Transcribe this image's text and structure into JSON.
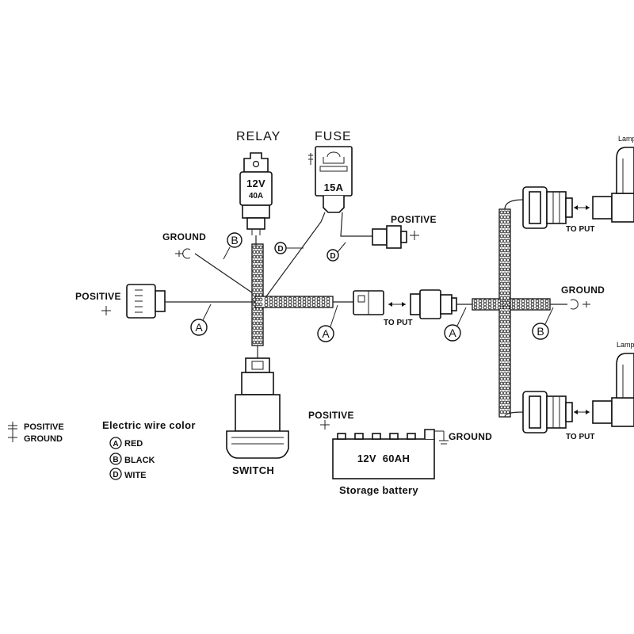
{
  "relay": {
    "title": "RELAY",
    "voltage": "12V",
    "current": "40A"
  },
  "fuse": {
    "title": "FUSE",
    "rating": "15A"
  },
  "labels": {
    "ground_top": "GROUND",
    "positive_top_right": "POSITIVE",
    "positive_left": "POSITIVE",
    "to_put_center": "TO PUT",
    "ground_right": "GROUND",
    "to_put_upper_lamp": "TO PUT",
    "to_put_lower_lamp": "TO PUT",
    "lamp_upper": "Lamp",
    "lamp_lower": "Lamp",
    "switch": "SWITCH"
  },
  "markers": {
    "b_ground_top": "B",
    "d_relay": "D",
    "d_fuse": "D",
    "a_left": "A",
    "a_center": "A",
    "a_right": "A",
    "b_right": "B"
  },
  "battery": {
    "positive_label": "POSITIVE",
    "ground_label": "GROUND",
    "rating": "12V  60AH",
    "caption": "Storage battery"
  },
  "legend_symbols": {
    "positive": "POSITIVE",
    "ground": "GROUND"
  },
  "wire_color_legend": {
    "title": "Electric wire color",
    "items": [
      {
        "letter": "A",
        "color": "RED"
      },
      {
        "letter": "B",
        "color": "BLACK"
      },
      {
        "letter": "D",
        "color": "WITE"
      }
    ]
  }
}
